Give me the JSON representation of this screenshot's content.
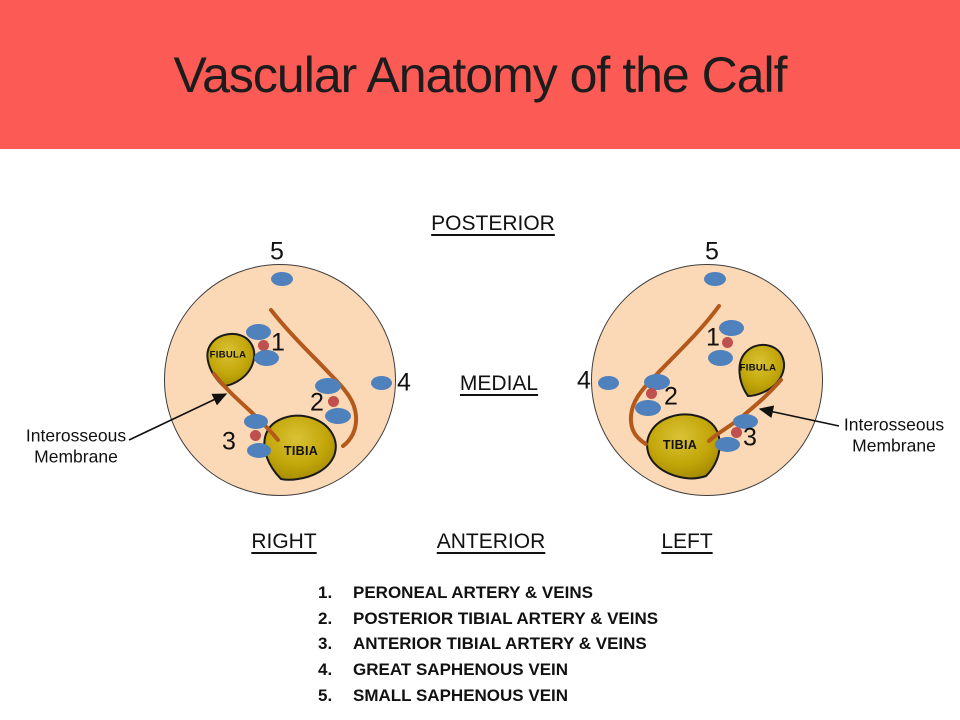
{
  "banner": {
    "title": "Vascular Anatomy of the Calf"
  },
  "orientation": {
    "posterior": "POSTERIOR",
    "medial": "MEDIAL",
    "anterior": "ANTERIOR",
    "right": "RIGHT",
    "left": "LEFT"
  },
  "markers": {
    "n1": "1",
    "n2": "2",
    "n3": "3",
    "n4": "4",
    "n5": "5"
  },
  "bones": {
    "fibula": "FIBULA",
    "tibia": "TIBIA"
  },
  "annotations": {
    "interosseous": {
      "line1": "Interosseous",
      "line2": "Membrane"
    }
  },
  "legend": {
    "items": [
      {
        "num": "1.",
        "label": "PERONEAL ARTERY & VEINS"
      },
      {
        "num": "2.",
        "label": "POSTERIOR TIBIAL ARTERY & VEINS"
      },
      {
        "num": "3.",
        "label": "ANTERIOR TIBIAL ARTERY & VEINS"
      },
      {
        "num": "4.",
        "label": "GREAT SAPHENOUS VEIN"
      },
      {
        "num": "5.",
        "label": "SMALL SAPHENOUS VEIN"
      }
    ]
  },
  "colors": {
    "banner-red": "#FB5A55",
    "skin": "#FBD8B6",
    "vein-blue": "#4F81BD",
    "artery-red": "#C0504D",
    "membrane-brown": "#B3591B",
    "bone-gold": "#C9AE0C",
    "text": "#1A1A1A"
  }
}
